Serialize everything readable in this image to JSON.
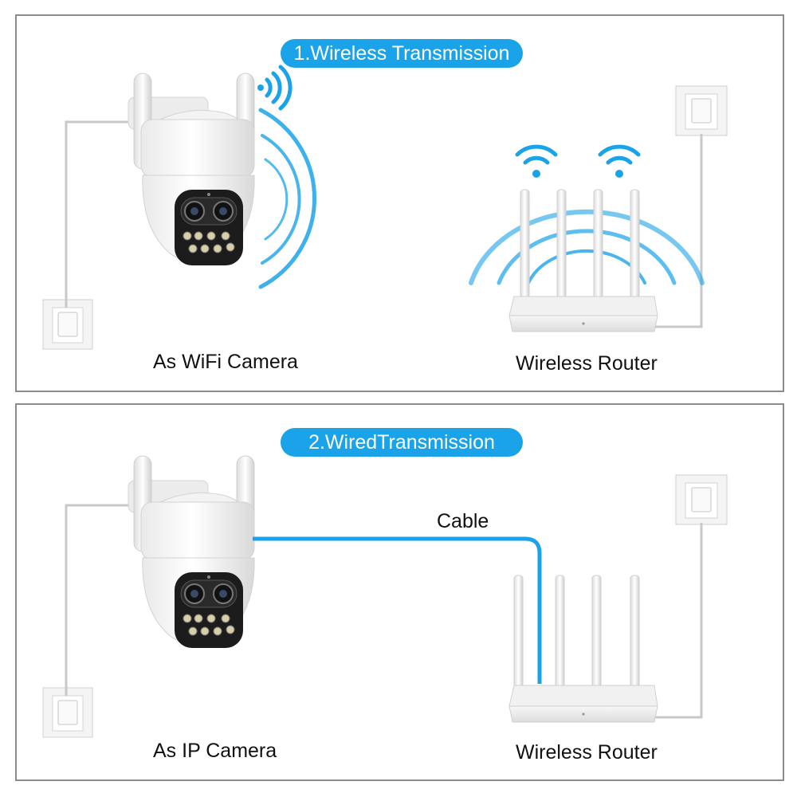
{
  "panels": [
    {
      "title": "1.Wireless Transmission",
      "camera_label": "As WiFi Camera",
      "router_label": "Wireless Router"
    },
    {
      "title": "2.WiredTransmission",
      "camera_label": "As IP Camera",
      "router_label": "Wireless Router",
      "cable_label": "Cable"
    }
  ],
  "colors": {
    "accent": "#1aa3e8",
    "border": "#8c8c8c",
    "cable": "#1aa3e8",
    "wire": "#c8c8c8"
  }
}
